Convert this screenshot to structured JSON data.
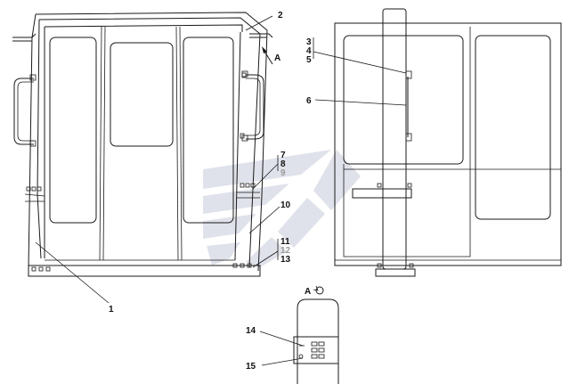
{
  "callouts": [
    {
      "id": "c1",
      "text": "1"
    },
    {
      "id": "c2",
      "text": "2"
    },
    {
      "id": "c3",
      "text": "3"
    },
    {
      "id": "c4",
      "text": "4"
    },
    {
      "id": "c5",
      "text": "5"
    },
    {
      "id": "c6",
      "text": "6"
    },
    {
      "id": "c7",
      "text": "7"
    },
    {
      "id": "c8",
      "text": "8"
    },
    {
      "id": "c9",
      "text": "9"
    },
    {
      "id": "c10",
      "text": "10"
    },
    {
      "id": "c11",
      "text": "11"
    },
    {
      "id": "c12",
      "text": "12"
    },
    {
      "id": "c13",
      "text": "13"
    },
    {
      "id": "c14",
      "text": "14"
    },
    {
      "id": "c15",
      "text": "15"
    }
  ],
  "view_arrow_label": "A",
  "view_title": "A",
  "colors": {
    "line": "#1a1a1a",
    "watermark": "#dfe2ea",
    "muted_label": "#9a9a9a"
  }
}
